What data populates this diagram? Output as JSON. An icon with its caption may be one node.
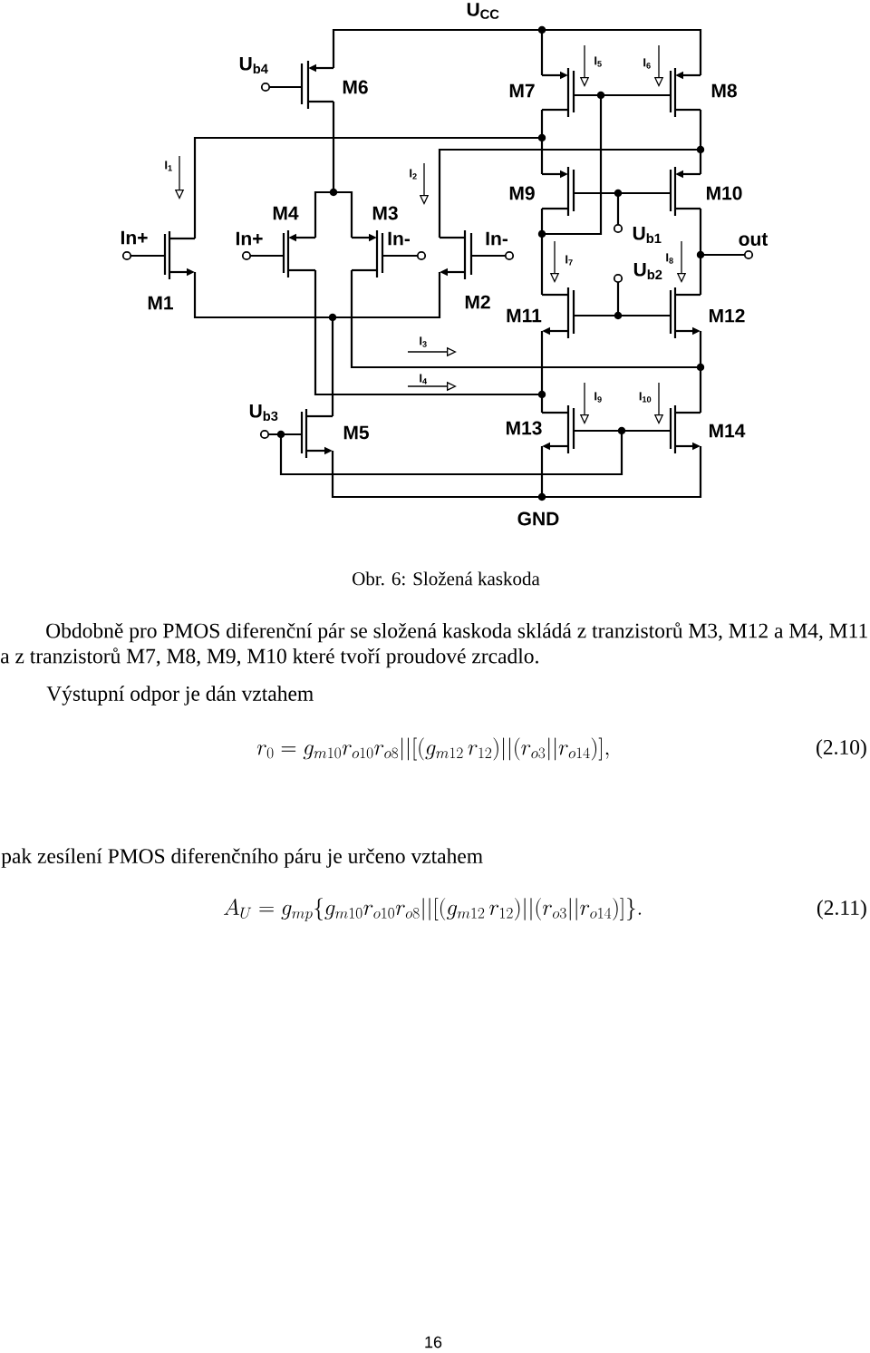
{
  "diagram": {
    "caption": "Obr. 6: Složená kaskoda",
    "labels": [
      "U$_{CC}$",
      "U$_{b4}$",
      "I$_{5}$",
      "I$_{6}$",
      "M6",
      "M7",
      "M8",
      "I$_{1}$",
      "I$_{2}$",
      "M9",
      "M10",
      "M4",
      "M3",
      "In+",
      "In+",
      "In-",
      "In-",
      "U$_{b1}$",
      "out",
      "I$_{7}$",
      "I$_{8}$",
      "U$_{b2}$",
      "M1",
      "M2",
      "M11",
      "M12",
      "I$_{3}$",
      "I$_{4}$",
      "I$_{9}$",
      "I$_{10}$",
      "U$_{b3}$",
      "M5",
      "M13",
      "M14",
      "GND",
      "Obdobně pro PMOS diferenční pár se složená kaskoda skládá z tranzistorů M3, M12 a M4, M11 a z tranzistorů M7, M8, M9, M10 které tvoří proudové zrcadlo.",
      "Výstupní odpor je dán vztahem",
      "r_0 = g_{m10}r_{o10}r_{o8}||[(g_{m12}\\,r_{12})||(r_{o3}||r_{o14})],",
      "(2.10)",
      "pak zesílení PMOS diferenčního páru je určeno vztahem",
      "A_U = g_{mp}\\{g_{m10}r_{o10}r_{o8}||[(g_{m12}\\,r_{12})||(r_{o3}||r_{o14})]\\}.",
      "(2.11)",
      "16"
    ]
  }
}
